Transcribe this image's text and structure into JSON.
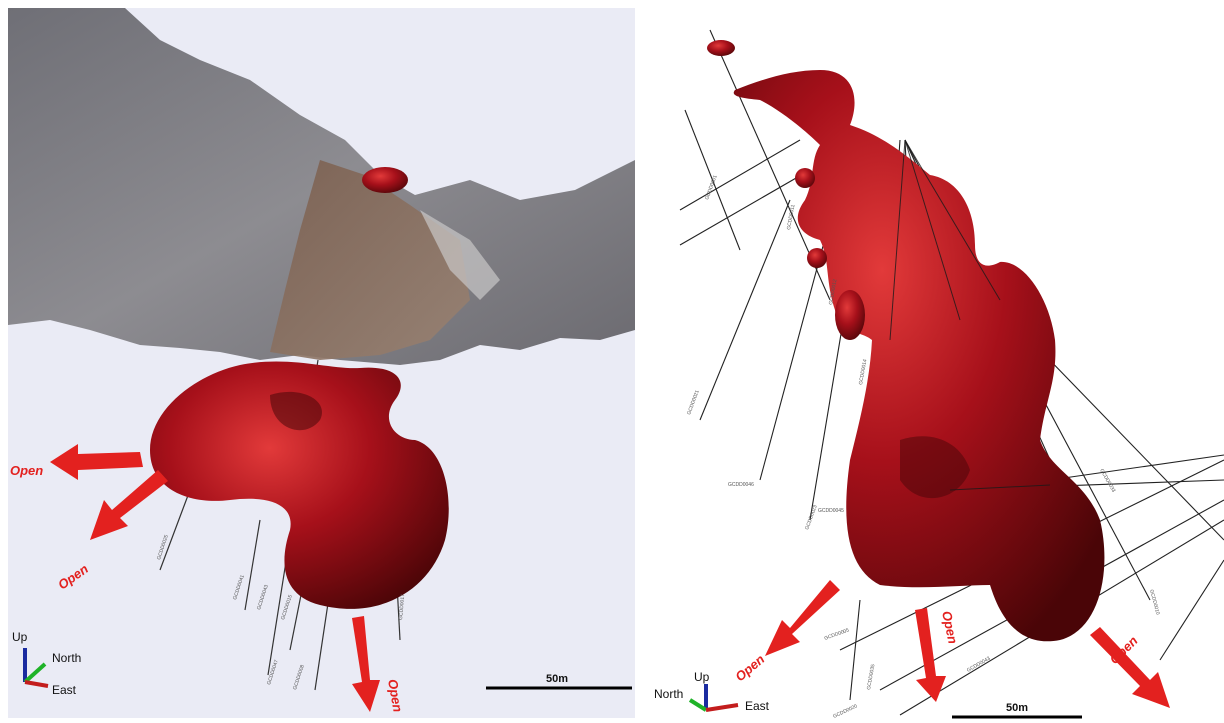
{
  "left_panel": {
    "open_labels": [
      "Open",
      "Open",
      "Open"
    ],
    "axis": {
      "up": "Up",
      "north": "North",
      "east": "East"
    },
    "scale_label": "50m",
    "hole_labels": [
      "GCDD0025",
      "GCDD0041",
      "GCDD0043",
      "GCDD0015",
      "GCDD0047",
      "GCDD0008",
      "GCDD0017"
    ]
  },
  "right_panel": {
    "open_labels": [
      "Open",
      "Open",
      "Open"
    ],
    "axis": {
      "up": "Up",
      "north": "North",
      "east": "East"
    },
    "scale_label": "50m",
    "hole_labels": [
      "GCDD0001",
      "GCDD0021",
      "GCDD0046",
      "GCDD0023",
      "GCDD0045",
      "GCDD0011",
      "GCDD0012",
      "GCDD0014",
      "GCDD0005",
      "GCDD0043",
      "GCDD0035",
      "GCDD0033",
      "GCDD0010",
      "GCDD0020"
    ]
  },
  "colors": {
    "orebody": "#b31316",
    "arrow": "#e3211f",
    "sky": "#e9eaf5",
    "terrain": "#8a8a8f"
  }
}
